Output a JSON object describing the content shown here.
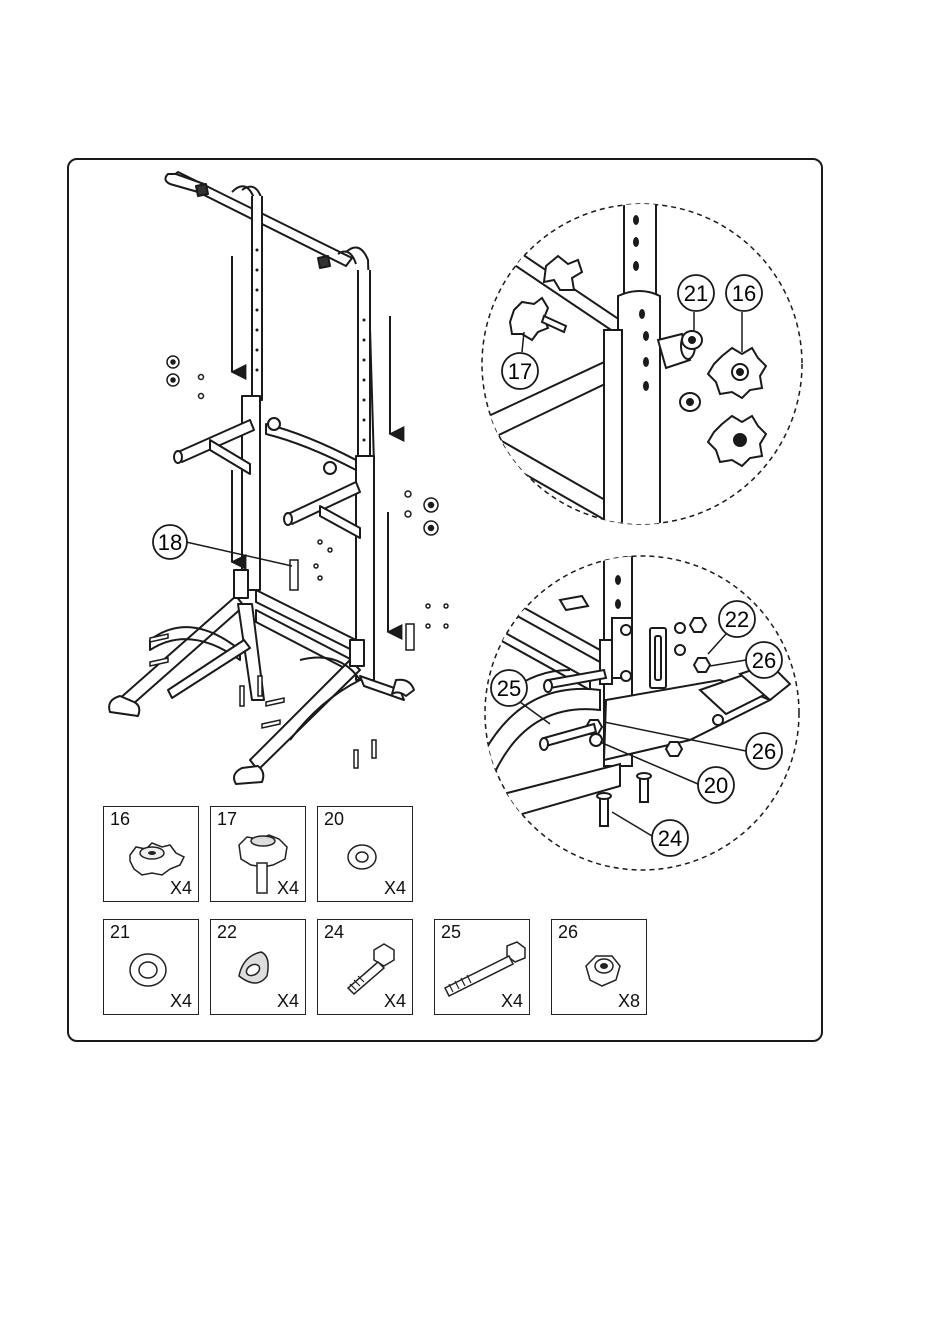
{
  "main_callouts": [
    {
      "id": "c18",
      "label": "18"
    }
  ],
  "detail_top_callouts": [
    {
      "id": "c21",
      "label": "21"
    },
    {
      "id": "c16",
      "label": "16"
    },
    {
      "id": "c17",
      "label": "17"
    }
  ],
  "detail_bottom_callouts": [
    {
      "id": "c22",
      "label": "22"
    },
    {
      "id": "c26a",
      "label": "26"
    },
    {
      "id": "c25",
      "label": "25"
    },
    {
      "id": "c26b",
      "label": "26"
    },
    {
      "id": "c20",
      "label": "20"
    },
    {
      "id": "c24",
      "label": "24"
    }
  ],
  "parts_row1": [
    {
      "number": "16",
      "qty": "X4",
      "icon": "star-knob-icon"
    },
    {
      "number": "17",
      "qty": "X4",
      "icon": "threaded-knob-icon"
    },
    {
      "number": "20",
      "qty": "X4",
      "icon": "flat-washer-icon"
    }
  ],
  "parts_row2": [
    {
      "number": "21",
      "qty": "X4",
      "icon": "washer-icon"
    },
    {
      "number": "22",
      "qty": "X4",
      "icon": "curved-washer-icon"
    },
    {
      "number": "24",
      "qty": "X4",
      "icon": "short-bolt-icon"
    },
    {
      "number": "25",
      "qty": "X4",
      "icon": "long-bolt-icon"
    },
    {
      "number": "26",
      "qty": "X8",
      "icon": "lock-nut-icon"
    }
  ],
  "colors": {
    "line": "#1a1a1a",
    "fill": "#ffffff",
    "shade": "#d9d9d9"
  }
}
